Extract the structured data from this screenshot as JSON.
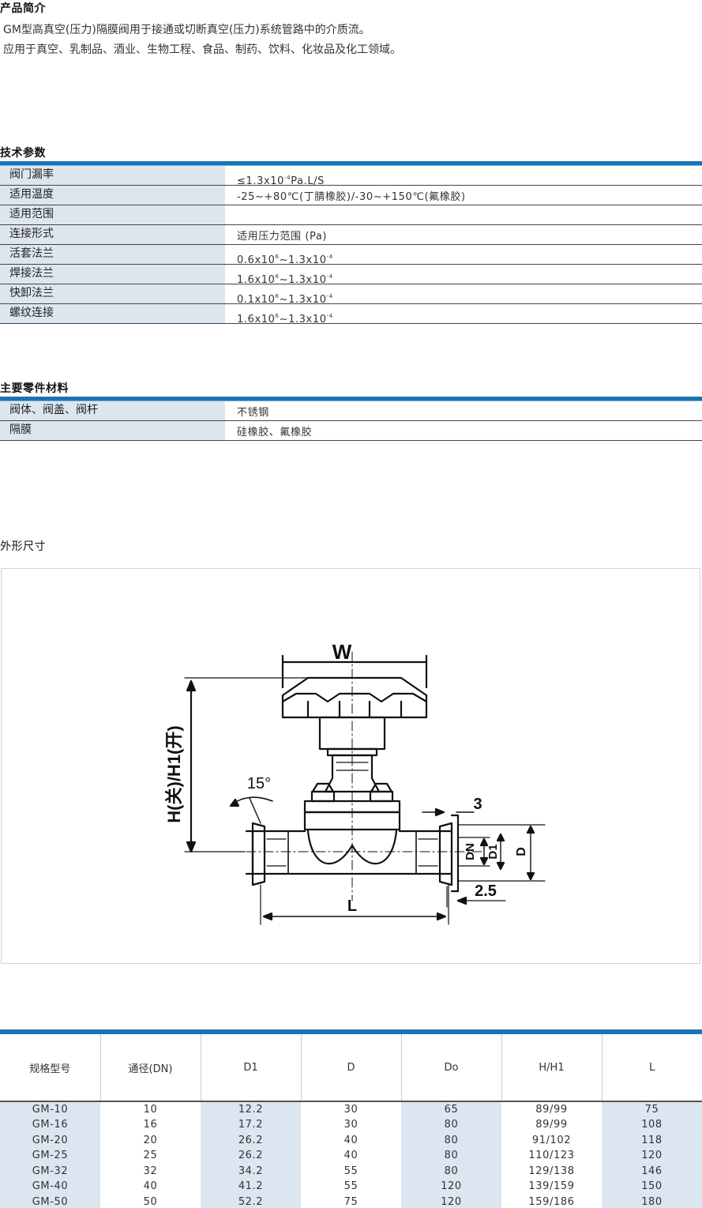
{
  "intro": {
    "title": "产品简介",
    "lines": [
      "GM型高真空(压力)隔膜阀用于接通或切断真空(压力)系统管路中的介质流。",
      "应用于真空、乳制品、酒业、生物工程、食品、制药、饮料、化妆品及化工领域。"
    ]
  },
  "tech": {
    "title": "技术参数",
    "rows": [
      {
        "key": "阀门漏率",
        "value": "≤1.3x10⁻⁴Pa.L/S"
      },
      {
        "key": "适用温度",
        "value": "-25~+80℃(丁腈橡胶)/-30~+150℃(氟橡胶)"
      },
      {
        "key": "适用范围",
        "value": ""
      },
      {
        "key": "连接形式",
        "value": "适用压力范围 (Pa)"
      },
      {
        "key": "活套法兰",
        "value": "0.6x10⁶~1.3x10⁻⁴"
      },
      {
        "key": "焊接法兰",
        "value": "1.6x10⁶~1.3x10⁻⁴"
      },
      {
        "key": "快卸法兰",
        "value": "0.1x10⁶~1.3x10⁻⁴"
      },
      {
        "key": "螺纹连接",
        "value": "1.6x10⁶~1.3x10⁻⁴"
      }
    ]
  },
  "materials": {
    "title": "主要零件材料",
    "rows": [
      {
        "key": "阀体、阀盖、阀杆",
        "value": "不锈钢"
      },
      {
        "key": "隔膜",
        "value": "硅橡胶、氟橡胶"
      }
    ]
  },
  "dimensions": {
    "title": "外形尺寸",
    "drawing_labels": {
      "w": "W",
      "h": "H(关)/H1(开)",
      "angle": "15°",
      "three": "3",
      "dn": "DN",
      "d1": "D1",
      "d": "D",
      "two_five": "2.5",
      "l": "L"
    }
  },
  "spec_table": {
    "headers": [
      "规格型号",
      "通径(DN)",
      "D1",
      "D",
      "Do",
      "H/H1",
      "L"
    ],
    "rows": [
      [
        "GM-10",
        "10",
        "12.2",
        "30",
        "65",
        "89/99",
        "75"
      ],
      [
        "GM-16",
        "16",
        "17.2",
        "30",
        "80",
        "89/99",
        "108"
      ],
      [
        "GM-20",
        "20",
        "26.2",
        "40",
        "80",
        "91/102",
        "118"
      ],
      [
        "GM-25",
        "25",
        "26.2",
        "40",
        "80",
        "110/123",
        "120"
      ],
      [
        "GM-32",
        "32",
        "34.2",
        "55",
        "80",
        "129/138",
        "146"
      ],
      [
        "GM-40",
        "40",
        "41.2",
        "55",
        "120",
        "139/159",
        "150"
      ],
      [
        "GM-50",
        "50",
        "52.2",
        "75",
        "120",
        "159/186",
        "180"
      ]
    ]
  }
}
